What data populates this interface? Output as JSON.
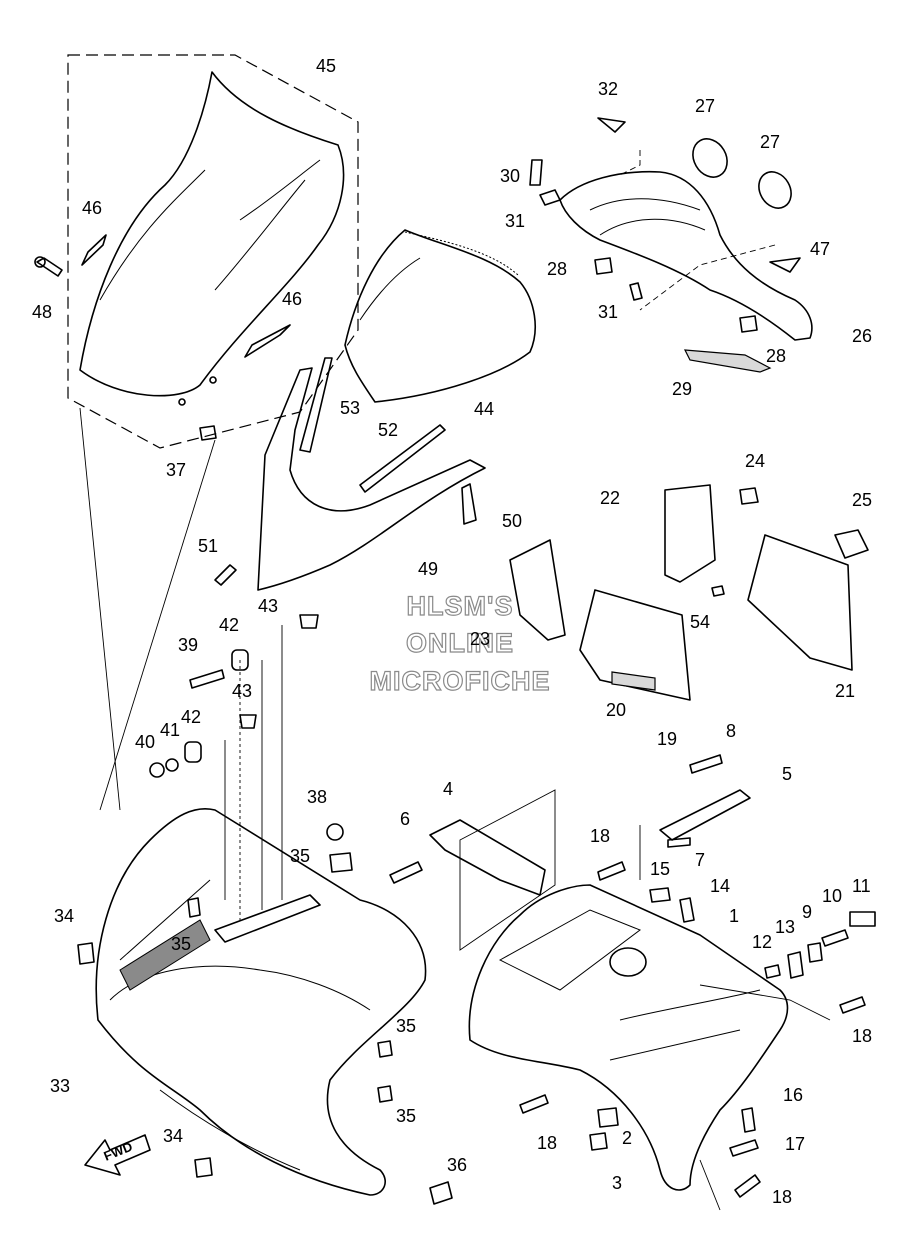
{
  "watermark": {
    "line1": "HLSM'S",
    "line2": "ONLINE",
    "line3": "MICROFICHE"
  },
  "fwd_arrow_label": "FWD",
  "callouts": [
    {
      "id": "c45a",
      "text": "45"
    },
    {
      "id": "c46a",
      "text": "46"
    },
    {
      "id": "c48",
      "text": "48"
    },
    {
      "id": "c46b",
      "text": "46"
    },
    {
      "id": "c37",
      "text": "37"
    },
    {
      "id": "c53",
      "text": "53"
    },
    {
      "id": "c52",
      "text": "52"
    },
    {
      "id": "c44",
      "text": "44"
    },
    {
      "id": "c50",
      "text": "50"
    },
    {
      "id": "c49",
      "text": "49"
    },
    {
      "id": "c51",
      "text": "51"
    },
    {
      "id": "c32",
      "text": "32"
    },
    {
      "id": "c27a",
      "text": "27"
    },
    {
      "id": "c27b",
      "text": "27"
    },
    {
      "id": "c30",
      "text": "30"
    },
    {
      "id": "c31a",
      "text": "31"
    },
    {
      "id": "c28a",
      "text": "28"
    },
    {
      "id": "c47",
      "text": "47"
    },
    {
      "id": "c31b",
      "text": "31"
    },
    {
      "id": "c26",
      "text": "26"
    },
    {
      "id": "c28b",
      "text": "28"
    },
    {
      "id": "c29",
      "text": "29"
    },
    {
      "id": "c24",
      "text": "24"
    },
    {
      "id": "c22",
      "text": "22"
    },
    {
      "id": "c25",
      "text": "25"
    },
    {
      "id": "c54",
      "text": "54"
    },
    {
      "id": "c21",
      "text": "21"
    },
    {
      "id": "c23",
      "text": "23"
    },
    {
      "id": "c20",
      "text": "20"
    },
    {
      "id": "c19",
      "text": "19"
    },
    {
      "id": "c43a",
      "text": "43"
    },
    {
      "id": "c42a",
      "text": "42"
    },
    {
      "id": "c39",
      "text": "39"
    },
    {
      "id": "c43b",
      "text": "43"
    },
    {
      "id": "c42b",
      "text": "42"
    },
    {
      "id": "c41",
      "text": "41"
    },
    {
      "id": "c40",
      "text": "40"
    },
    {
      "id": "c38",
      "text": "38"
    },
    {
      "id": "c35a",
      "text": "35"
    },
    {
      "id": "c35b",
      "text": "35"
    },
    {
      "id": "c34a",
      "text": "34"
    },
    {
      "id": "c33",
      "text": "33"
    },
    {
      "id": "c35c",
      "text": "35"
    },
    {
      "id": "c35d",
      "text": "35"
    },
    {
      "id": "c34b",
      "text": "34"
    },
    {
      "id": "c36",
      "text": "36"
    },
    {
      "id": "c4",
      "text": "4"
    },
    {
      "id": "c6",
      "text": "6"
    },
    {
      "id": "c8",
      "text": "8"
    },
    {
      "id": "c5",
      "text": "5"
    },
    {
      "id": "c7",
      "text": "7"
    },
    {
      "id": "c18a",
      "text": "18"
    },
    {
      "id": "c15",
      "text": "15"
    },
    {
      "id": "c14",
      "text": "14"
    },
    {
      "id": "c1",
      "text": "1"
    },
    {
      "id": "c10",
      "text": "10"
    },
    {
      "id": "c11",
      "text": "11"
    },
    {
      "id": "c9",
      "text": "9"
    },
    {
      "id": "c13",
      "text": "13"
    },
    {
      "id": "c12",
      "text": "12"
    },
    {
      "id": "c18b",
      "text": "18"
    },
    {
      "id": "c16",
      "text": "16"
    },
    {
      "id": "c17",
      "text": "17"
    },
    {
      "id": "c18c",
      "text": "18"
    },
    {
      "id": "c18d",
      "text": "18"
    },
    {
      "id": "c2",
      "text": "2"
    },
    {
      "id": "c3",
      "text": "3"
    }
  ]
}
